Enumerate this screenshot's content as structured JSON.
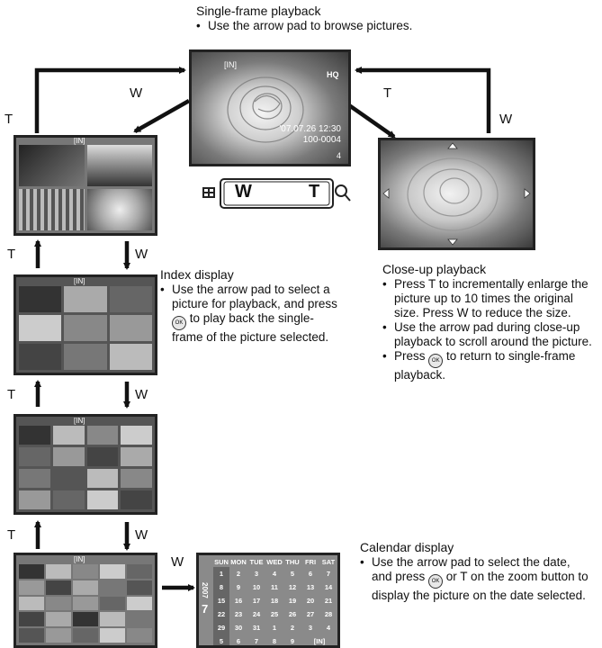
{
  "single": {
    "title": "Single-frame playback",
    "bullets": [
      "Use the arrow pad to browse pictures."
    ],
    "osd_frame": "[IN]",
    "osd_quality": "HQ",
    "osd_date": "'07.07.26  12:30",
    "osd_file": "100-0004",
    "osd_count": "4"
  },
  "index": {
    "title": "Index display",
    "bullets": [
      {
        "before": "Use the arrow pad to select a picture for playback, and press ",
        "after": " to play back the single-frame of the picture selected."
      }
    ]
  },
  "closeup": {
    "title": "Close-up playback",
    "bullets": [
      {
        "before": "Press T to incrementally enlarge the picture up to 10 times the original size. Press W to reduce the size.",
        "after": ""
      },
      {
        "before": "Use the arrow pad during close-up playback to scroll around the picture.",
        "after": ""
      },
      {
        "before": "Press ",
        "after": " to return to single-frame playback."
      }
    ]
  },
  "calendar": {
    "title": "Calendar display",
    "bullets": [
      {
        "before": "Use the arrow pad to select the date, and press ",
        "after": " or T on the zoom button to display the picture on the date selected."
      }
    ],
    "days": [
      "SUN",
      "MON",
      "TUE",
      "WED",
      "THU",
      "FRI",
      "SAT"
    ],
    "year": "2007",
    "month": "7",
    "memory": "[IN]",
    "rows": [
      [
        "1",
        "2",
        "3",
        "4",
        "5",
        "6",
        "7"
      ],
      [
        "8",
        "9",
        "10",
        "11",
        "12",
        "13",
        "14"
      ],
      [
        "15",
        "16",
        "17",
        "18",
        "19",
        "20",
        "21"
      ],
      [
        "22",
        "23",
        "24",
        "25",
        "26",
        "27",
        "28"
      ],
      [
        "29",
        "30",
        "31",
        "1",
        "2",
        "3",
        "4"
      ],
      [
        "5",
        "6",
        "7",
        "8",
        "9",
        "",
        ""
      ]
    ]
  },
  "zoom": {
    "w": "W",
    "t": "T"
  },
  "labels": {
    "w": "W",
    "t": "T"
  },
  "ok_icon": "OK",
  "grid_frame": "[IN]"
}
